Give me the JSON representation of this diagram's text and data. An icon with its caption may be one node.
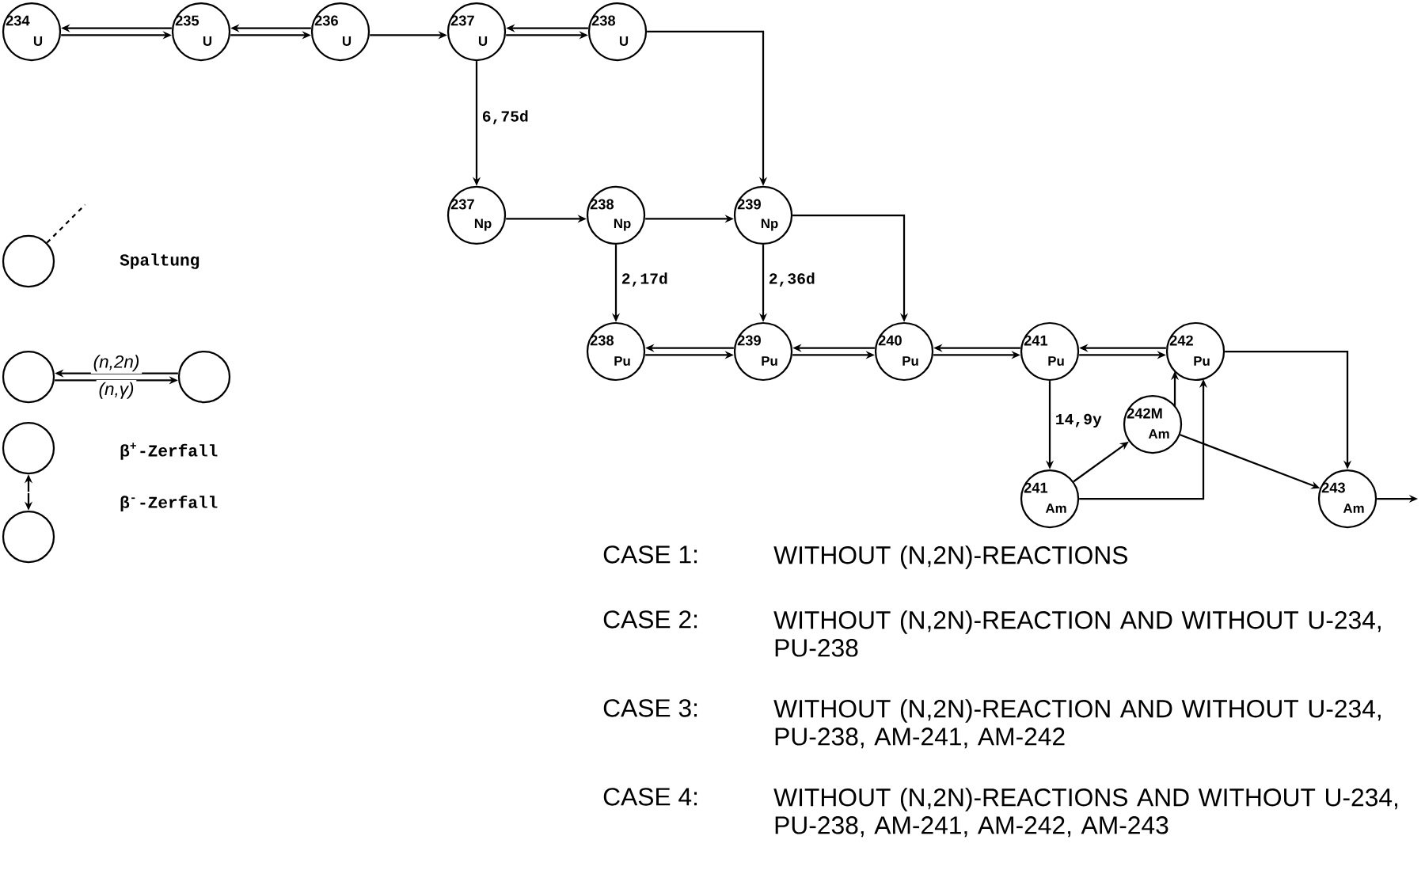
{
  "diagram": {
    "nodes": [
      {
        "text": [
          "234",
          "U"
        ]
      },
      {
        "text": [
          "235",
          "U"
        ]
      },
      {
        "text": [
          "236",
          "U"
        ]
      },
      {
        "text": [
          "237",
          "U"
        ]
      },
      {
        "text": [
          "238",
          "U"
        ]
      },
      {
        "text": [
          "237",
          "Np"
        ]
      },
      {
        "text": [
          "238",
          "Np"
        ]
      },
      {
        "text": [
          "239",
          "Np"
        ]
      },
      {
        "text": [
          "238",
          "Pu"
        ]
      },
      {
        "text": [
          "239",
          "Pu"
        ]
      },
      {
        "text": [
          "240",
          "Pu"
        ]
      },
      {
        "text": [
          "241",
          "Pu"
        ]
      },
      {
        "text": [
          "242",
          "Pu"
        ]
      },
      {
        "text": [
          "241",
          "Am"
        ]
      },
      {
        "text": [
          "242M",
          "Am"
        ]
      },
      {
        "text": [
          "243",
          "Am"
        ]
      },
      {
        "text": [],
        "shape": "circle"
      },
      {
        "text": [],
        "shape": "circle"
      },
      {
        "text": [],
        "shape": "circle"
      },
      {
        "text": [],
        "shape": "circle"
      },
      {
        "text": [],
        "shape": "circle"
      }
    ],
    "edges": [
      {
        "from": 0,
        "to": 1,
        "arrow": "to"
      },
      {
        "from": 1,
        "to": 0,
        "arrow": "to"
      },
      {
        "from": 1,
        "to": 2,
        "arrow": "to"
      },
      {
        "from": 2,
        "to": 1,
        "arrow": "to"
      },
      {
        "from": 2,
        "to": 3,
        "arrow": "to"
      },
      {
        "from": 3,
        "to": 4,
        "arrow": "to"
      },
      {
        "from": 4,
        "to": 3,
        "arrow": "to"
      },
      {
        "from": 3,
        "to": 5,
        "arrow": "to",
        "label": "6,75d"
      },
      {
        "from": 4,
        "to": 7,
        "arrow": "to"
      },
      {
        "from": 5,
        "to": 6,
        "arrow": "to"
      },
      {
        "from": 6,
        "to": 7,
        "arrow": "to"
      },
      {
        "from": 6,
        "to": 8,
        "arrow": "to",
        "label": "2,17d"
      },
      {
        "from": 7,
        "to": 9,
        "arrow": "to",
        "label": "2,36d"
      },
      {
        "from": 7,
        "to": 10,
        "arrow": "to"
      },
      {
        "from": 8,
        "to": 9,
        "arrow": "to"
      },
      {
        "from": 9,
        "to": 8,
        "arrow": "to"
      },
      {
        "from": 9,
        "to": 10,
        "arrow": "to"
      },
      {
        "from": 10,
        "to": 9,
        "arrow": "to"
      },
      {
        "from": 10,
        "to": 11,
        "arrow": "to"
      },
      {
        "from": 11,
        "to": 10,
        "arrow": "to"
      },
      {
        "from": 11,
        "to": 12,
        "arrow": "to"
      },
      {
        "from": 12,
        "to": 11,
        "arrow": "to"
      },
      {
        "from": 11,
        "to": 13,
        "arrow": "to",
        "label": "14,9y"
      },
      {
        "from": 13,
        "to": 14,
        "arrow": "to"
      },
      {
        "from": 13,
        "to": 12,
        "arrow": "to"
      },
      {
        "from": 14,
        "to": 12,
        "arrow": "to"
      },
      {
        "from": 14,
        "to": 15,
        "arrow": "to"
      },
      {
        "from": 12,
        "to": 15,
        "arrow": "to"
      },
      {
        "from": 15,
        "to": null,
        "arrow": "to"
      },
      {
        "from": 16,
        "to": null,
        "arrow": "none",
        "style": "dashed"
      },
      {
        "from": 17,
        "to": 18,
        "arrow": "to",
        "label": "(n,γ)"
      },
      {
        "from": 18,
        "to": 17,
        "arrow": "to",
        "label": "(n,2n)"
      },
      {
        "from": null,
        "to": 19,
        "arrow": "to"
      },
      {
        "from": null,
        "to": 20,
        "arrow": "to"
      }
    ],
    "labels": [
      "CASE 1:",
      "WITHOUT (N,2N)-REACTIONS",
      "CASE 2:",
      "WITHOUT (N,2N)-REACTION AND WITHOUT U-234, PU-238",
      "CASE 3:",
      "WITHOUT (N,2N)-REACTION AND WITHOUT U-234, PU-238, AM-241, AM-242",
      "CASE 4:",
      "WITHOUT (N,2N)-REACTIONS AND WITHOUT U-234, PU-238, AM-241, AM-242, AM-243"
    ],
    "legend": [
      {
        "text": "Spaltung"
      },
      {
        "text": "β$^{+}$-Zerfall"
      },
      {
        "text": "β$^{-}$-Zerfall"
      }
    ]
  }
}
